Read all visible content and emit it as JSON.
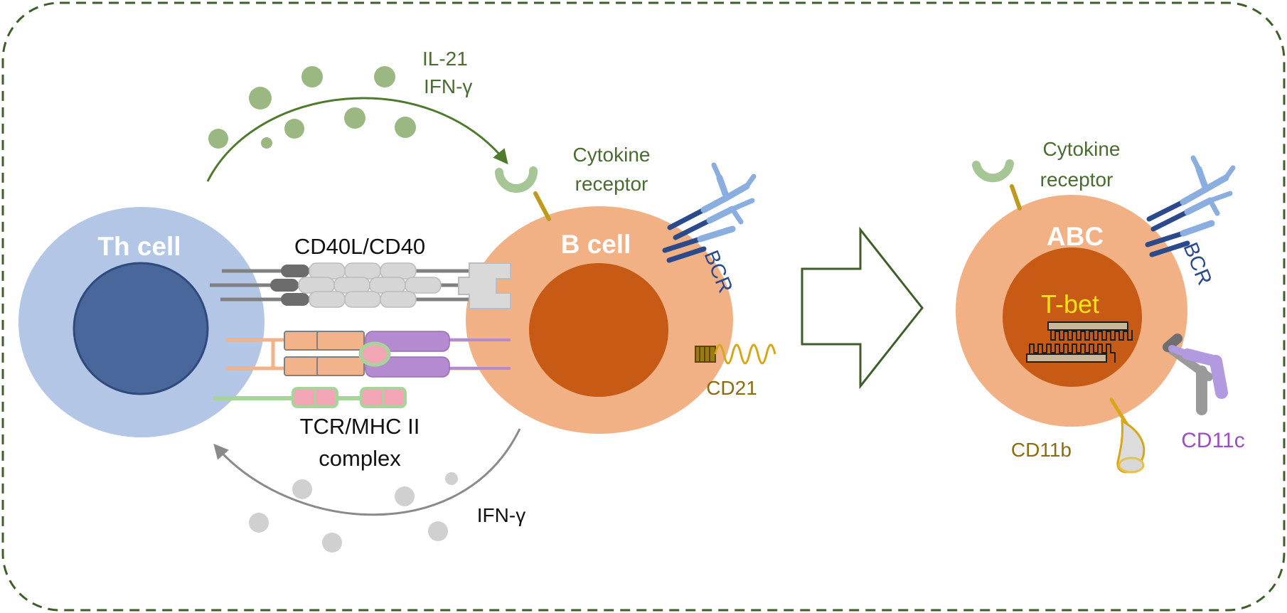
{
  "labels": {
    "il21": "IL-21",
    "ifng_top": "IFN-γ",
    "cytokine_receptor_b_line1": "Cytokine",
    "cytokine_receptor_b_line2": "receptor",
    "th_cell": "Th cell",
    "cd40": "CD40L/CD40",
    "b_cell": "B cell",
    "bcr_b": "BCR",
    "cd21": "CD21",
    "tcr_line1": "TCR/MHC II",
    "tcr_line2": "complex",
    "ifng_bottom": "IFN-γ",
    "cytokine_receptor_abc_line1": "Cytokine",
    "cytokine_receptor_abc_line2": "receptor",
    "abc": "ABC",
    "tbet": "T-bet",
    "bcr_abc": "BCR",
    "cd11b": "CD11b",
    "cd11c": "CD11c"
  },
  "colors": {
    "frame": "#3e5e2a",
    "green_cytokine": "#9bb883",
    "green_text": "#4a6b32",
    "th_outer": "#b3c6e6",
    "th_nucleus": "#4a679c",
    "b_outer": "#f1b184",
    "b_nucleus": "#c75a14",
    "bcr_light": "#8aaee0",
    "bcr_dark": "#2b4a8c",
    "gold": "#c9a018",
    "cd21_text": "#8a6d10",
    "tbet_text": "#f5e511",
    "cd11c_text": "#9b4fc2",
    "gray": "#a9a9a9",
    "mhc_orange": "#f3b38a",
    "mhc_purple": "#b48bd0",
    "tcr_green": "#a6d49a",
    "tcr_pink": "#f2a5b5"
  }
}
